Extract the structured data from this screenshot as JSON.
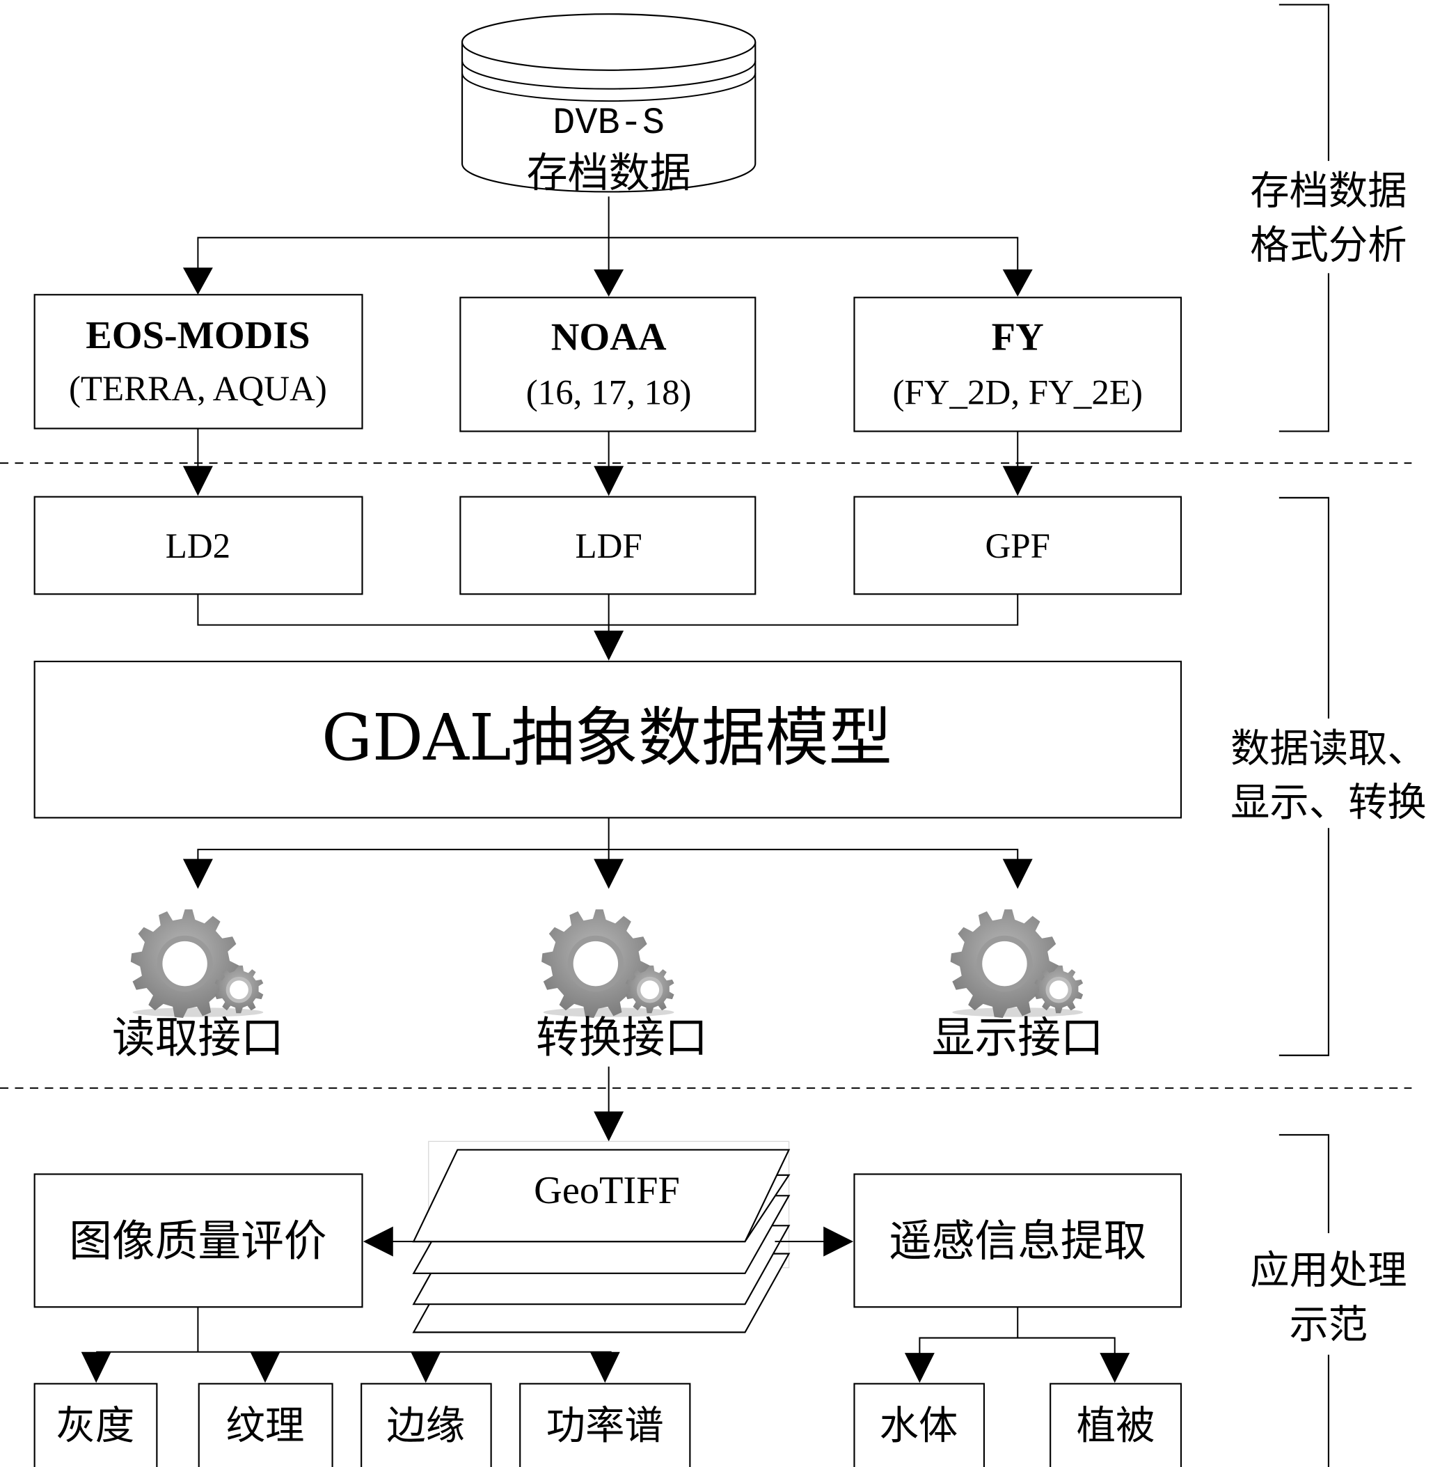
{
  "source": {
    "line1": "DVB-S",
    "line2": "存档数据"
  },
  "satellites": [
    {
      "name": "EOS-MODIS",
      "detail": "(TERRA, AQUA)"
    },
    {
      "name": "NOAA",
      "detail": "(16, 17, 18)"
    },
    {
      "name": "FY",
      "detail": "(FY_2D, FY_2E)"
    }
  ],
  "formats": [
    "LD2",
    "LDF",
    "GPF"
  ],
  "model": {
    "label": "GDAL抽象数据模型"
  },
  "interfaces": [
    {
      "label": "读取接口",
      "icon": "gears-icon"
    },
    {
      "label": "转换接口",
      "icon": "gears-icon"
    },
    {
      "label": "显示接口",
      "icon": "gears-icon"
    }
  ],
  "output": {
    "label": "GeoTIFF"
  },
  "applications": {
    "quality": {
      "label": "图像质量评价",
      "children": [
        "灰度",
        "纹理",
        "边缘",
        "功率谱"
      ]
    },
    "extraction": {
      "label": "遥感信息提取",
      "children": [
        "水体",
        "植被"
      ]
    }
  },
  "stages": [
    {
      "line1": "存档数据",
      "line2": "格式分析"
    },
    {
      "line1": "数据读取、",
      "line2": "显示、转换"
    },
    {
      "line1": "应用处理",
      "line2": "示范"
    }
  ]
}
